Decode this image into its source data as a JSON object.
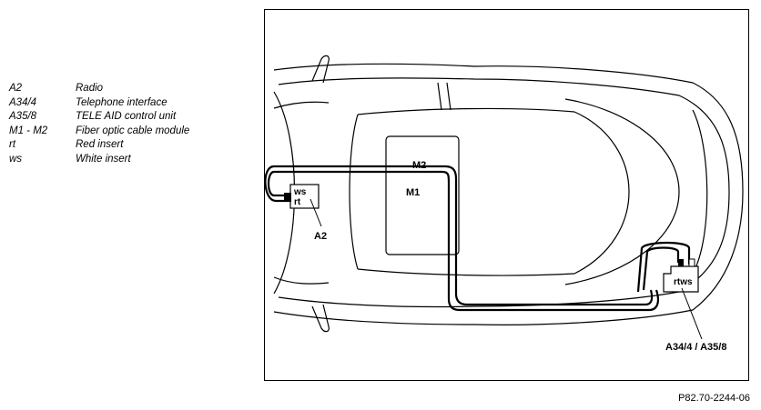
{
  "legend": [
    {
      "code": "A2",
      "desc": "Radio"
    },
    {
      "code": "A34/4",
      "desc": "Telephone interface"
    },
    {
      "code": "A35/8",
      "desc": "TELE AID control unit"
    },
    {
      "code": "M1 - M2",
      "desc": "Fiber optic cable module"
    },
    {
      "code": "rt",
      "desc": "Red insert"
    },
    {
      "code": "ws",
      "desc": "White insert"
    }
  ],
  "diagram": {
    "label_m2": "M2",
    "label_m1": "M1",
    "radio_ws": "ws",
    "radio_rt": "rt",
    "label_a2": "A2",
    "unit_rtws": "rtws",
    "label_a34_a35": "A34/4 / A35/8"
  },
  "figure_ref": "P82.70-2244-06"
}
